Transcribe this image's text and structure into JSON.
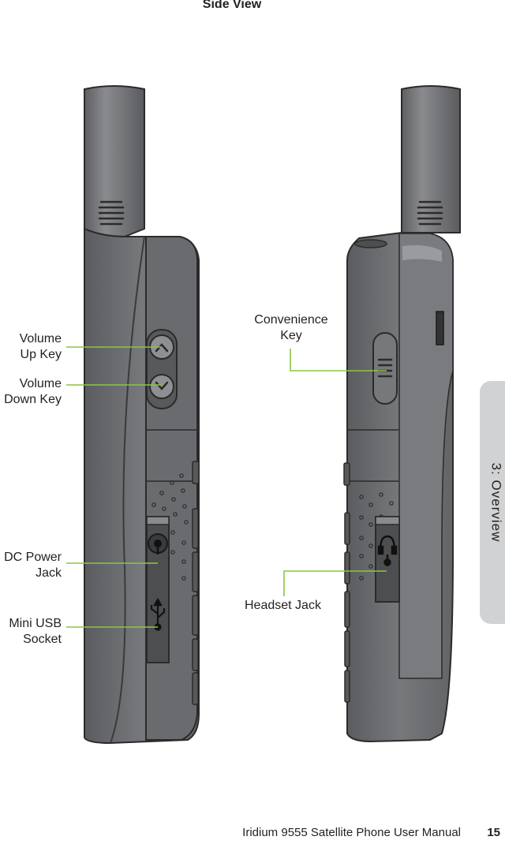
{
  "page": {
    "title": "Side View",
    "section_tab": "3: Overview",
    "footer_title": "Iridium 9555 Satellite Phone User Manual",
    "page_number": "15"
  },
  "left_view": {
    "callouts": {
      "volume_up": [
        "Volume",
        "Up Key"
      ],
      "volume_down": [
        "Volume",
        "Down Key"
      ],
      "dc_power": [
        "DC Power",
        "Jack"
      ],
      "mini_usb": [
        "Mini USB",
        "Socket"
      ]
    }
  },
  "right_view": {
    "callouts": {
      "convenience": [
        "Convenience",
        "Key"
      ],
      "headset": "Headset Jack"
    }
  },
  "colors": {
    "leader_line": "#8cc63f",
    "phone_body": "#6d6e71",
    "phone_dark": "#58595b",
    "outline": "#2b2b2b",
    "tab": "#d1d2d4"
  }
}
